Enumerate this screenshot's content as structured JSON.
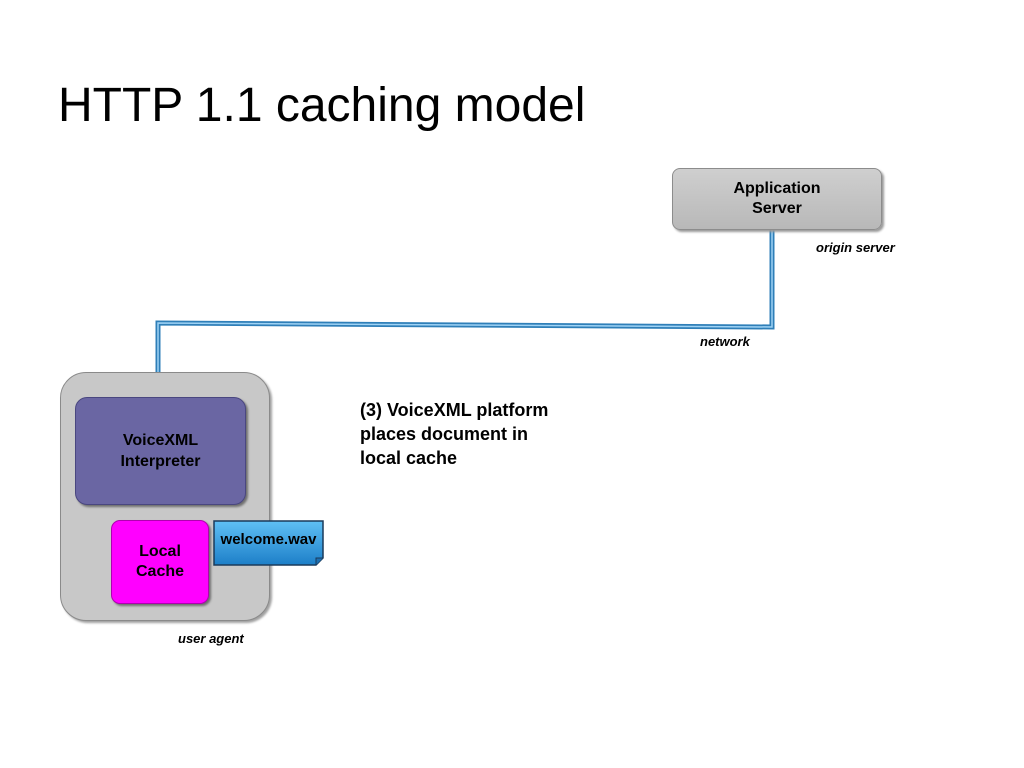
{
  "title": "HTTP 1.1 caching model",
  "nodes": {
    "app_server": {
      "line1": "Application",
      "line2": "Server",
      "role_label": "origin server",
      "color": "#c4c4c4"
    },
    "network": {
      "label": "network",
      "color": "#4a9fd8"
    },
    "user_agent": {
      "label": "user agent",
      "color": "#c8c8c8"
    },
    "interpreter": {
      "line1": "VoiceXML",
      "line2": "Interpreter",
      "color": "#6a66a3"
    },
    "local_cache": {
      "line1": "Local",
      "line2": "Cache",
      "color": "#ff00ff"
    },
    "document": {
      "label": "welcome.wav",
      "color": "#3aa7e8",
      "icon": "document-icon"
    }
  },
  "annotation": {
    "text": "(3) VoiceXML platform places document in local cache"
  }
}
